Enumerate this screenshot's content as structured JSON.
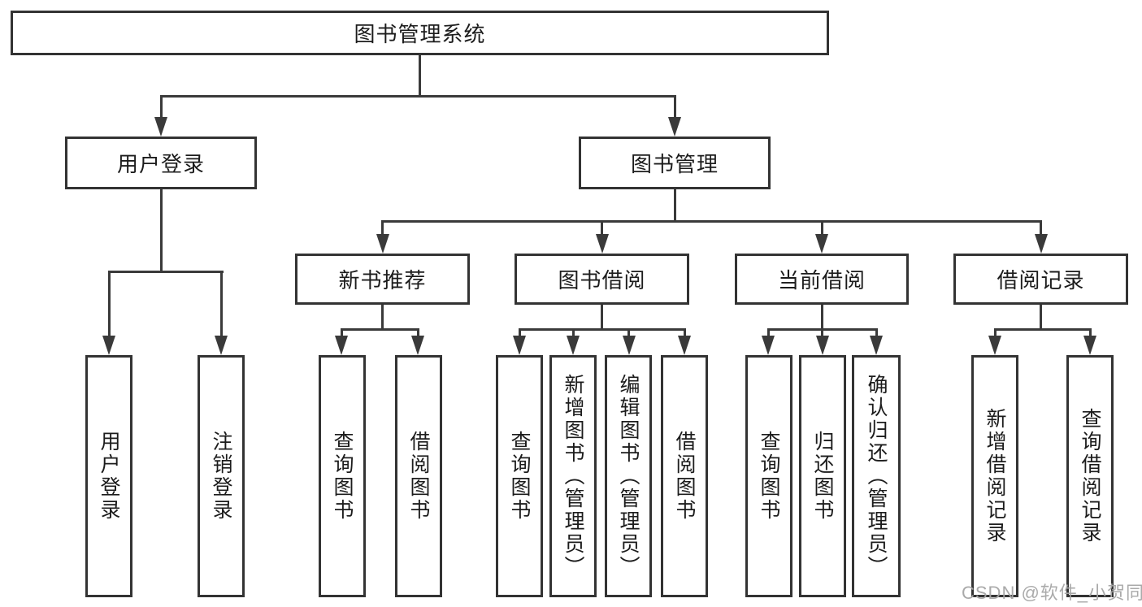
{
  "diagram": {
    "type": "tree",
    "root": "图书管理系统",
    "children": [
      {
        "label": "用户登录",
        "children": [
          {
            "label": "用户登录"
          },
          {
            "label": "注销登录"
          }
        ]
      },
      {
        "label": "图书管理",
        "children": [
          {
            "label": "新书推荐",
            "children": [
              {
                "label": "查询图书"
              },
              {
                "label": "借阅图书"
              }
            ]
          },
          {
            "label": "图书借阅",
            "children": [
              {
                "label": "查询图书"
              },
              {
                "label": "新增图书（管理员）"
              },
              {
                "label": "编辑图书（管理员）"
              },
              {
                "label": "借阅图书"
              }
            ]
          },
          {
            "label": "当前借阅",
            "children": [
              {
                "label": "查询图书"
              },
              {
                "label": "归还图书"
              },
              {
                "label": "确认归还（管理员）"
              }
            ]
          },
          {
            "label": "借阅记录",
            "children": [
              {
                "label": "新增借阅记录"
              },
              {
                "label": "查询借阅记录"
              }
            ]
          }
        ]
      }
    ]
  },
  "watermark": "CSDN @软件_小贺同学"
}
